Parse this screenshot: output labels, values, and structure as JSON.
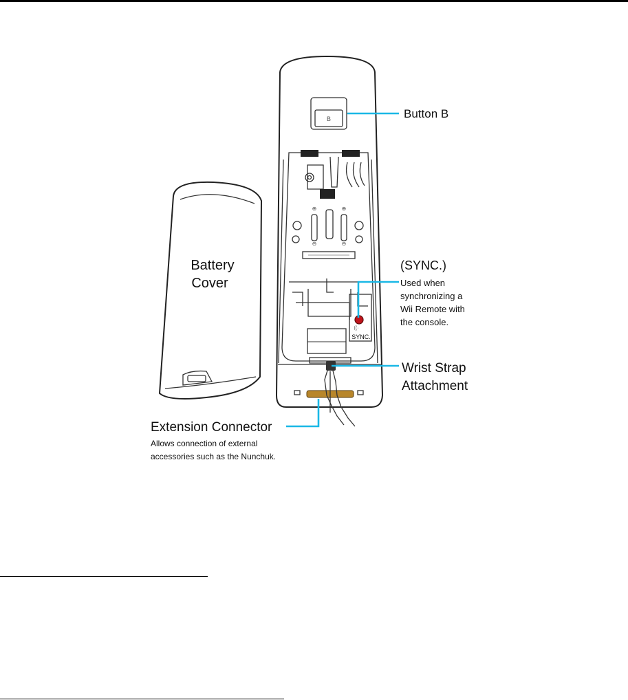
{
  "labels": {
    "button_b": "Button B",
    "b_key": "B",
    "battery_cover_line1": "Battery",
    "battery_cover_line2": "Cover",
    "sync_title": "(SYNC.)",
    "sync_desc": [
      "Used when",
      "synchronizing a",
      "Wii Remote with",
      "the console."
    ],
    "sync_mark": "SYNC.",
    "wrist_strap_line1": "Wrist Strap",
    "wrist_strap_line2": "Attachment",
    "extension_title": "Extension Connector",
    "extension_desc": [
      "Allows connection of external",
      "accessories such as the Nunchuk."
    ]
  },
  "colors": {
    "callout": "#1ab8e6",
    "sync_button": "#c0141c",
    "connector": "#b8862a"
  }
}
